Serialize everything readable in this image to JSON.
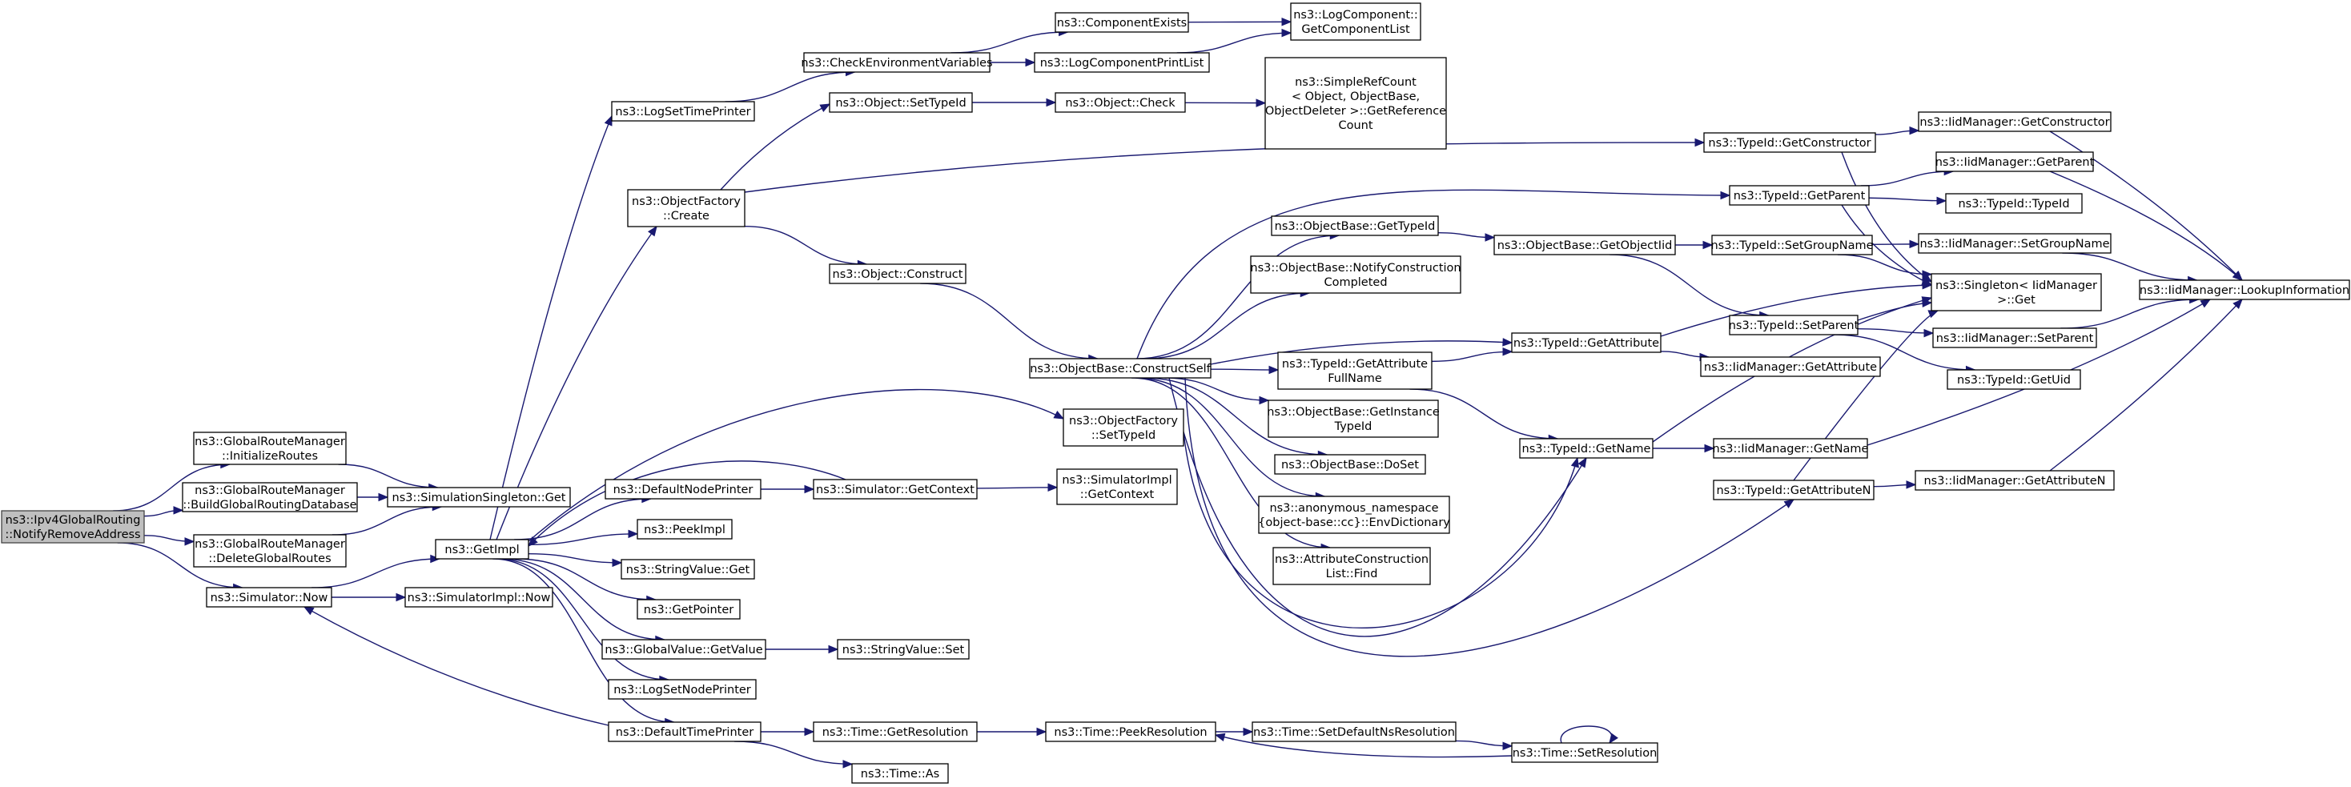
{
  "graph": {
    "nodes": [
      {
        "id": "root",
        "lines": [
          "ns3::Ipv4GlobalRouting",
          "::NotifyRemoveAddress"
        ],
        "root": true
      },
      {
        "id": "initRoutes",
        "lines": [
          "ns3::GlobalRouteManager",
          "::InitializeRoutes"
        ]
      },
      {
        "id": "buildDb",
        "lines": [
          "ns3::GlobalRouteManager",
          "::BuildGlobalRoutingDatabase"
        ]
      },
      {
        "id": "deleteRoutes",
        "lines": [
          "ns3::GlobalRouteManager",
          "::DeleteGlobalRoutes"
        ]
      },
      {
        "id": "simNow",
        "lines": [
          "ns3::Simulator::Now"
        ]
      },
      {
        "id": "simSingleton",
        "lines": [
          "ns3::SimulationSingleton::Get"
        ]
      },
      {
        "id": "getImpl",
        "lines": [
          "ns3::GetImpl"
        ]
      },
      {
        "id": "simImplNow",
        "lines": [
          "ns3::SimulatorImpl::Now"
        ]
      },
      {
        "id": "logSetTimePrinter",
        "lines": [
          "ns3::LogSetTimePrinter"
        ]
      },
      {
        "id": "ofCreate",
        "lines": [
          "ns3::ObjectFactory",
          "::Create"
        ]
      },
      {
        "id": "defaultNodePrinter",
        "lines": [
          "ns3::DefaultNodePrinter"
        ]
      },
      {
        "id": "peekImpl",
        "lines": [
          "ns3::PeekImpl"
        ]
      },
      {
        "id": "stringValueGet",
        "lines": [
          "ns3::StringValue::Get"
        ]
      },
      {
        "id": "getPointer",
        "lines": [
          "ns3::GetPointer"
        ]
      },
      {
        "id": "globalValueGetValue",
        "lines": [
          "ns3::GlobalValue::GetValue"
        ]
      },
      {
        "id": "logSetNodePrinter",
        "lines": [
          "ns3::LogSetNodePrinter"
        ]
      },
      {
        "id": "defaultTimePrinter",
        "lines": [
          "ns3::DefaultTimePrinter"
        ]
      },
      {
        "id": "checkEnv",
        "lines": [
          "ns3::CheckEnvironmentVariables"
        ]
      },
      {
        "id": "objSetTypeId",
        "lines": [
          "ns3::Object::SetTypeId"
        ]
      },
      {
        "id": "objConstruct",
        "lines": [
          "ns3::Object::Construct"
        ]
      },
      {
        "id": "simGetContext",
        "lines": [
          "ns3::Simulator::GetContext"
        ]
      },
      {
        "id": "stringValueSet",
        "lines": [
          "ns3::StringValue::Set"
        ]
      },
      {
        "id": "timeGetResolution",
        "lines": [
          "ns3::Time::GetResolution"
        ]
      },
      {
        "id": "timeAs",
        "lines": [
          "ns3::Time::As"
        ]
      },
      {
        "id": "componentExists",
        "lines": [
          "ns3::ComponentExists"
        ]
      },
      {
        "id": "logComponentPrintList",
        "lines": [
          "ns3::LogComponentPrintList"
        ]
      },
      {
        "id": "objCheck",
        "lines": [
          "ns3::Object::Check"
        ]
      },
      {
        "id": "ofSetTypeId",
        "lines": [
          "ns3::ObjectFactory",
          "::SetTypeId"
        ]
      },
      {
        "id": "simImplGetContext",
        "lines": [
          "ns3::SimulatorImpl",
          "::GetContext"
        ]
      },
      {
        "id": "timePeekResolution",
        "lines": [
          "ns3::Time::PeekResolution"
        ]
      },
      {
        "id": "getComponentList",
        "lines": [
          "ns3::LogComponent::",
          "GetComponentList"
        ]
      },
      {
        "id": "simpleRefCount",
        "lines": [
          "ns3::SimpleRefCount",
          "< Object, ObjectBase,",
          "ObjectDeleter >::GetReference",
          "Count"
        ]
      },
      {
        "id": "constructSelf",
        "lines": [
          "ns3::ObjectBase::ConstructSelf"
        ]
      },
      {
        "id": "obGetTypeId",
        "lines": [
          "ns3::ObjectBase::GetTypeId"
        ]
      },
      {
        "id": "notifyConstruction",
        "lines": [
          "ns3::ObjectBase::NotifyConstruction",
          "Completed"
        ]
      },
      {
        "id": "getAttributeFullName",
        "lines": [
          "ns3::TypeId::GetAttribute",
          "FullName"
        ]
      },
      {
        "id": "obGetInstanceTypeId",
        "lines": [
          "ns3::ObjectBase::GetInstance",
          "TypeId"
        ]
      },
      {
        "id": "obDoSet",
        "lines": [
          "ns3::ObjectBase::DoSet"
        ]
      },
      {
        "id": "envDictionary",
        "lines": [
          "ns3::anonymous_namespace",
          "{object-base::cc}::EnvDictionary"
        ]
      },
      {
        "id": "attrConstructionFind",
        "lines": [
          "ns3::AttributeConstruction",
          "List::Find"
        ]
      },
      {
        "id": "timeSetDefaultNs",
        "lines": [
          "ns3::Time::SetDefaultNsResolution"
        ]
      },
      {
        "id": "obGetObjectIid",
        "lines": [
          "ns3::ObjectBase::GetObjectIid"
        ]
      },
      {
        "id": "typeIdGetAttribute",
        "lines": [
          "ns3::TypeId::GetAttribute"
        ]
      },
      {
        "id": "typeIdGetName",
        "lines": [
          "ns3::TypeId::GetName"
        ]
      },
      {
        "id": "timeSetResolution",
        "lines": [
          "ns3::Time::SetResolution"
        ]
      },
      {
        "id": "typeIdGetConstructor",
        "lines": [
          "ns3::TypeId::GetConstructor"
        ]
      },
      {
        "id": "typeIdGetParent",
        "lines": [
          "ns3::TypeId::GetParent"
        ]
      },
      {
        "id": "typeIdSetGroupName",
        "lines": [
          "ns3::TypeId::SetGroupName"
        ]
      },
      {
        "id": "typeIdSetParent",
        "lines": [
          "ns3::TypeId::SetParent"
        ]
      },
      {
        "id": "iidGetAttribute",
        "lines": [
          "ns3::IidManager::GetAttribute"
        ]
      },
      {
        "id": "iidGetName",
        "lines": [
          "ns3::IidManager::GetName"
        ]
      },
      {
        "id": "typeIdGetAttributeN",
        "lines": [
          "ns3::TypeId::GetAttributeN"
        ]
      },
      {
        "id": "iidGetConstructor",
        "lines": [
          "ns3::IidManager::GetConstructor"
        ]
      },
      {
        "id": "iidGetParent",
        "lines": [
          "ns3::IidManager::GetParent"
        ]
      },
      {
        "id": "typeIdTypeId",
        "lines": [
          "ns3::TypeId::TypeId"
        ]
      },
      {
        "id": "iidSetGroupName",
        "lines": [
          "ns3::IidManager::SetGroupName"
        ]
      },
      {
        "id": "singletonGet",
        "lines": [
          "ns3::Singleton< IidManager",
          ">::Get"
        ]
      },
      {
        "id": "iidSetParent",
        "lines": [
          "ns3::IidManager::SetParent"
        ]
      },
      {
        "id": "typeIdGetUid",
        "lines": [
          "ns3::TypeId::GetUid"
        ]
      },
      {
        "id": "iidGetAttributeN",
        "lines": [
          "ns3::IidManager::GetAttributeN"
        ]
      },
      {
        "id": "iidLookupInformation",
        "lines": [
          "ns3::IidManager::LookupInformation"
        ]
      }
    ],
    "edges": [
      [
        "root",
        "initRoutes"
      ],
      [
        "root",
        "buildDb"
      ],
      [
        "root",
        "deleteRoutes"
      ],
      [
        "root",
        "simNow"
      ],
      [
        "initRoutes",
        "simSingleton"
      ],
      [
        "buildDb",
        "simSingleton"
      ],
      [
        "deleteRoutes",
        "simSingleton"
      ],
      [
        "simNow",
        "getImpl"
      ],
      [
        "simNow",
        "simImplNow"
      ],
      [
        "getImpl",
        "logSetTimePrinter"
      ],
      [
        "getImpl",
        "ofCreate"
      ],
      [
        "getImpl",
        "defaultNodePrinter"
      ],
      [
        "getImpl",
        "peekImpl"
      ],
      [
        "getImpl",
        "stringValueGet"
      ],
      [
        "getImpl",
        "getPointer"
      ],
      [
        "getImpl",
        "globalValueGetValue"
      ],
      [
        "getImpl",
        "logSetNodePrinter"
      ],
      [
        "getImpl",
        "defaultTimePrinter"
      ],
      [
        "getImpl",
        "ofSetTypeId"
      ],
      [
        "logSetTimePrinter",
        "checkEnv"
      ],
      [
        "checkEnv",
        "componentExists"
      ],
      [
        "checkEnv",
        "logComponentPrintList"
      ],
      [
        "componentExists",
        "getComponentList"
      ],
      [
        "logComponentPrintList",
        "getComponentList"
      ],
      [
        "ofCreate",
        "objSetTypeId"
      ],
      [
        "ofCreate",
        "objConstruct"
      ],
      [
        "ofCreate",
        "typeIdGetConstructor"
      ],
      [
        "objSetTypeId",
        "objCheck"
      ],
      [
        "objCheck",
        "simpleRefCount"
      ],
      [
        "objConstruct",
        "constructSelf"
      ],
      [
        "defaultNodePrinter",
        "simGetContext"
      ],
      [
        "simGetContext",
        "getImpl"
      ],
      [
        "simGetContext",
        "simImplGetContext"
      ],
      [
        "globalValueGetValue",
        "stringValueSet"
      ],
      [
        "defaultTimePrinter",
        "simNow"
      ],
      [
        "defaultTimePrinter",
        "timeGetResolution"
      ],
      [
        "defaultTimePrinter",
        "timeAs"
      ],
      [
        "timeGetResolution",
        "timePeekResolution"
      ],
      [
        "timePeekResolution",
        "timeSetDefaultNs"
      ],
      [
        "timeSetDefaultNs",
        "timeSetResolution"
      ],
      [
        "timeSetResolution",
        "timePeekResolution"
      ],
      [
        "timeSetResolution",
        "timeSetResolution"
      ],
      [
        "ofSetTypeId",
        "typeIdGetName"
      ],
      [
        "constructSelf",
        "obGetTypeId"
      ],
      [
        "constructSelf",
        "notifyConstruction"
      ],
      [
        "constructSelf",
        "getAttributeFullName"
      ],
      [
        "constructSelf",
        "obGetInstanceTypeId"
      ],
      [
        "constructSelf",
        "obDoSet"
      ],
      [
        "constructSelf",
        "envDictionary"
      ],
      [
        "constructSelf",
        "attrConstructionFind"
      ],
      [
        "constructSelf",
        "typeIdGetAttribute"
      ],
      [
        "constructSelf",
        "typeIdGetParent"
      ],
      [
        "constructSelf",
        "typeIdGetName"
      ],
      [
        "constructSelf",
        "typeIdGetAttributeN"
      ],
      [
        "obGetTypeId",
        "obGetObjectIid"
      ],
      [
        "obGetObjectIid",
        "typeIdSetGroupName"
      ],
      [
        "obGetObjectIid",
        "typeIdSetParent"
      ],
      [
        "getAttributeFullName",
        "typeIdGetAttribute"
      ],
      [
        "getAttributeFullName",
        "typeIdGetName"
      ],
      [
        "typeIdGetAttribute",
        "iidGetAttribute"
      ],
      [
        "typeIdGetAttribute",
        "singletonGet"
      ],
      [
        "typeIdGetName",
        "iidGetName"
      ],
      [
        "typeIdGetName",
        "singletonGet"
      ],
      [
        "typeIdGetConstructor",
        "iidGetConstructor"
      ],
      [
        "typeIdGetConstructor",
        "singletonGet"
      ],
      [
        "typeIdGetParent",
        "iidGetParent"
      ],
      [
        "typeIdGetParent",
        "typeIdTypeId"
      ],
      [
        "typeIdGetParent",
        "singletonGet"
      ],
      [
        "typeIdSetGroupName",
        "iidSetGroupName"
      ],
      [
        "typeIdSetGroupName",
        "singletonGet"
      ],
      [
        "typeIdSetParent",
        "iidSetParent"
      ],
      [
        "typeIdSetParent",
        "typeIdGetUid"
      ],
      [
        "typeIdSetParent",
        "singletonGet"
      ],
      [
        "typeIdGetAttributeN",
        "iidGetAttributeN"
      ],
      [
        "typeIdGetAttributeN",
        "singletonGet"
      ],
      [
        "iidGetConstructor",
        "iidLookupInformation"
      ],
      [
        "iidGetParent",
        "iidLookupInformation"
      ],
      [
        "iidSetGroupName",
        "iidLookupInformation"
      ],
      [
        "iidSetParent",
        "iidLookupInformation"
      ],
      [
        "iidGetName",
        "iidLookupInformation"
      ],
      [
        "iidGetAttributeN",
        "iidLookupInformation"
      ]
    ]
  }
}
